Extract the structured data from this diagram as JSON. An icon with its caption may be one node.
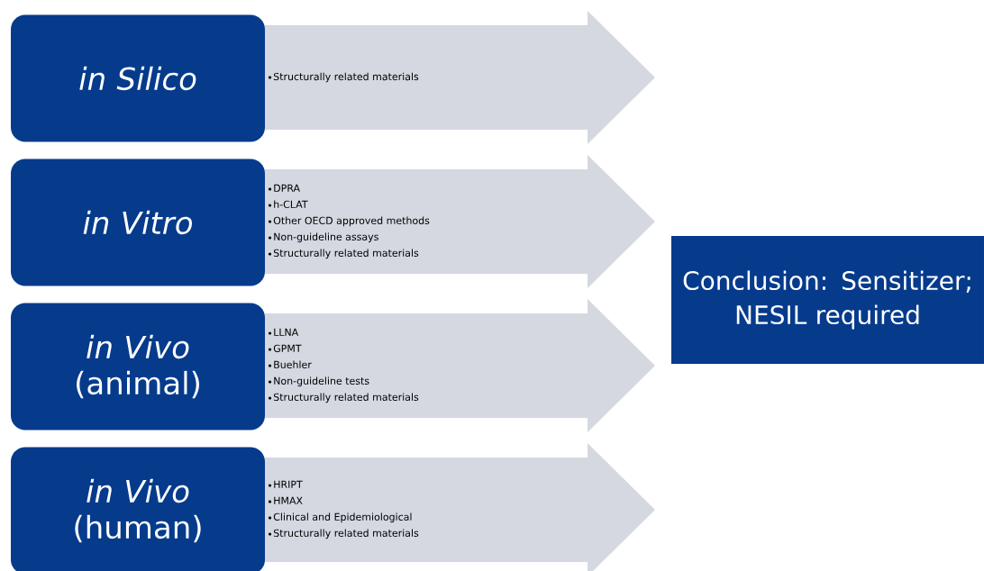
{
  "diagram": {
    "nodes": [
      {
        "text": [
          "in Silico"
        ]
      },
      {
        "text": [
          "Structurally related materials"
        ]
      },
      {
        "text": [
          "in Vitro"
        ]
      },
      {
        "text": [
          "DPRA",
          "h-CLAT",
          "Other OECD approved methods",
          "Non-guideline assays",
          "Structurally related materials"
        ]
      },
      {
        "text": [
          "*in Vivo* (animal)"
        ]
      },
      {
        "text": [
          "LLNA",
          "GPMT",
          "Buehler",
          "Non-guideline tests",
          "Structurally related materials"
        ]
      },
      {
        "text": [
          "*in Vivo* (human)"
        ]
      },
      {
        "text": [
          "HRIPT",
          "HMAX",
          "Clinical and Epidemiological",
          "Structurally related materials"
        ]
      },
      {
        "text": [
          "Conclusion: Sensitizer; NESIL required"
        ]
      }
    ]
  }
}
